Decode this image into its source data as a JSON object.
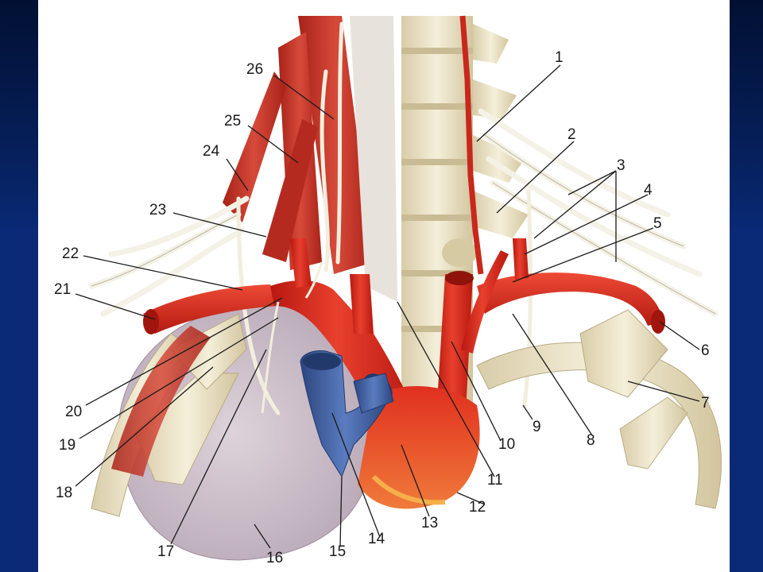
{
  "figure": {
    "labels": [
      {
        "id": "label-1",
        "text": "1"
      },
      {
        "id": "label-2",
        "text": "2"
      },
      {
        "id": "label-3",
        "text": "3"
      },
      {
        "id": "label-4",
        "text": "4"
      },
      {
        "id": "label-5",
        "text": "5"
      },
      {
        "id": "label-6",
        "text": "6"
      },
      {
        "id": "label-7",
        "text": "7"
      },
      {
        "id": "label-8",
        "text": "8"
      },
      {
        "id": "label-9",
        "text": "9"
      },
      {
        "id": "label-10",
        "text": "10"
      },
      {
        "id": "label-11",
        "text": "11"
      },
      {
        "id": "label-12",
        "text": "12"
      },
      {
        "id": "label-13",
        "text": "13"
      },
      {
        "id": "label-14",
        "text": "14"
      },
      {
        "id": "label-15",
        "text": "15"
      },
      {
        "id": "label-16",
        "text": "16"
      },
      {
        "id": "label-17",
        "text": "17"
      },
      {
        "id": "label-18",
        "text": "18"
      },
      {
        "id": "label-19",
        "text": "19"
      },
      {
        "id": "label-20",
        "text": "20"
      },
      {
        "id": "label-21",
        "text": "21"
      },
      {
        "id": "label-22",
        "text": "22"
      },
      {
        "id": "label-23",
        "text": "23"
      },
      {
        "id": "label-24",
        "text": "24"
      },
      {
        "id": "label-25",
        "text": "25"
      },
      {
        "id": "label-26",
        "text": "26"
      }
    ]
  },
  "colors": {
    "slide_background": "#0a2a78",
    "panel": "#ffffff",
    "artery": "#d9281c",
    "vein": "#3f5f9e",
    "bone": "#ede4c8",
    "muscle": "#c8352b",
    "lung": "#cfc2cc",
    "nerve": "#f4f1e6"
  }
}
